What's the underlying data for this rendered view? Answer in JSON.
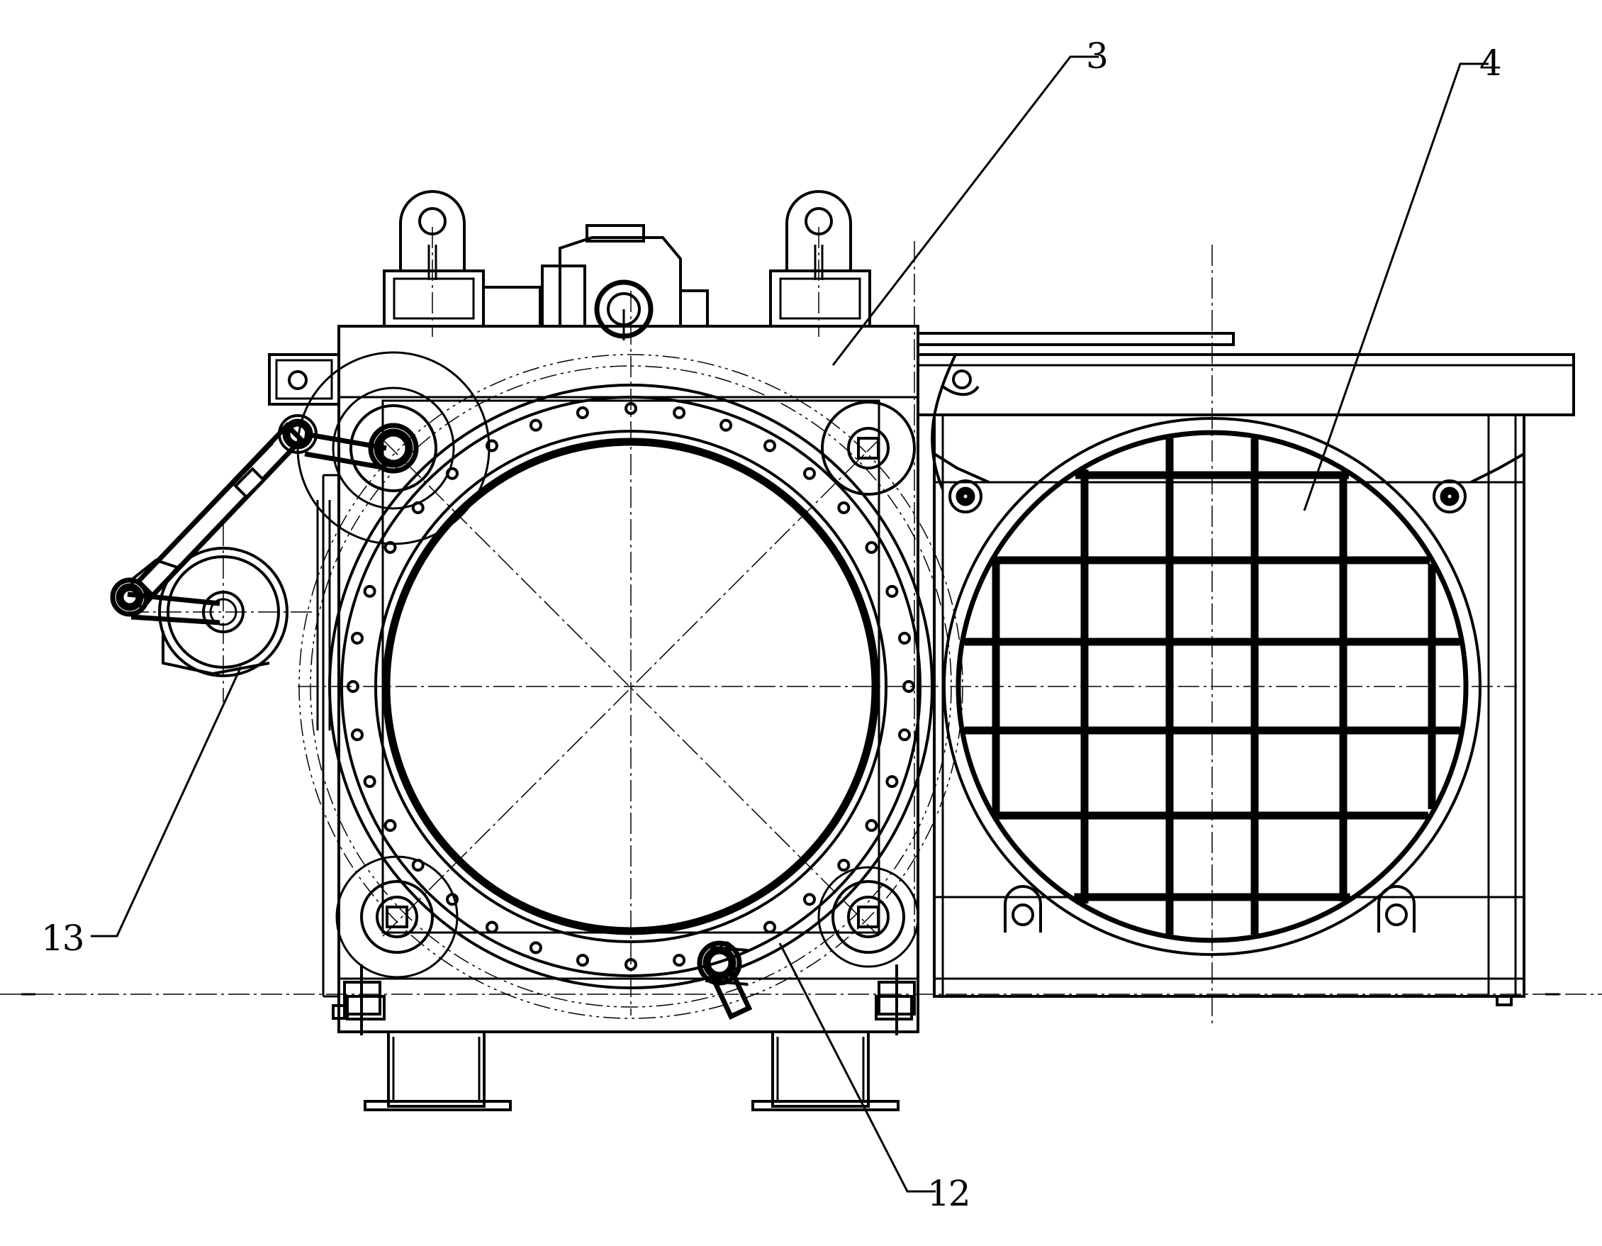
{
  "callouts": {
    "label_3": "3",
    "label_4": "4",
    "label_12": "12",
    "label_13": "13"
  }
}
